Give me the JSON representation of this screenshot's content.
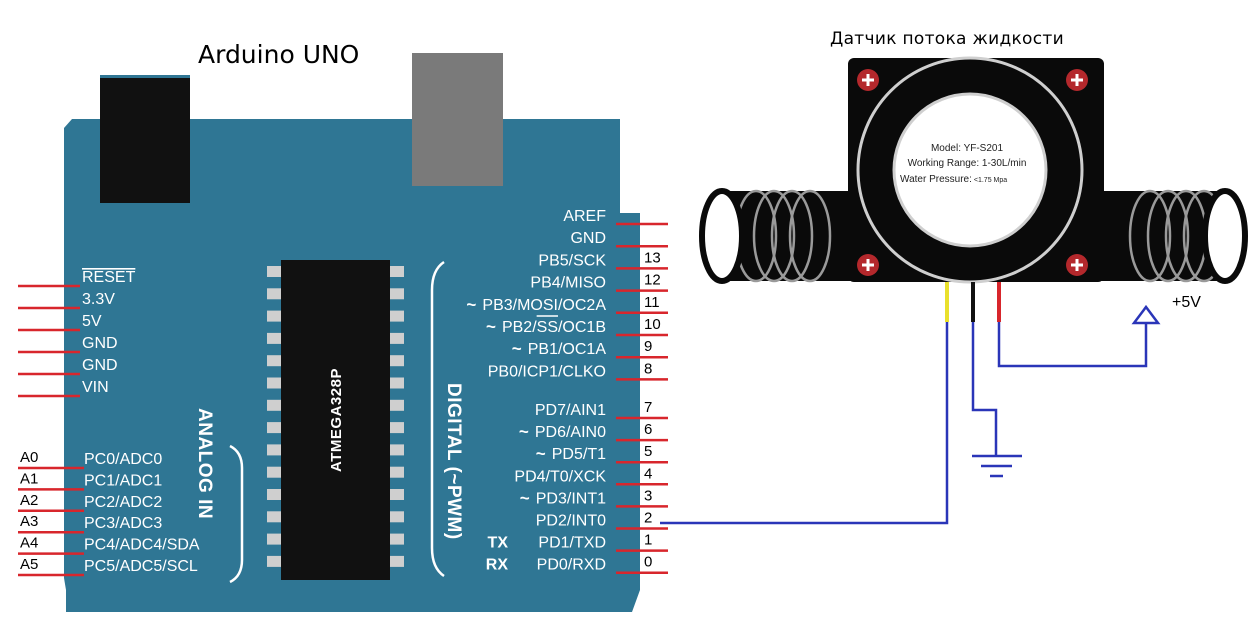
{
  "titles": {
    "arduino": "Arduino UNO",
    "sensor": "Датчик потока жидкости"
  },
  "chip": {
    "label": "ATMEGA328P"
  },
  "board_labels": {
    "analog_in": "ANALOG IN",
    "digital": "DIGITAL (~PWM)"
  },
  "power_pins": [
    "RESET",
    "3.3V",
    "5V",
    "GND",
    "GND",
    "VIN"
  ],
  "analog_pins": [
    {
      "pin": "A0",
      "label": "PC0/ADC0"
    },
    {
      "pin": "A1",
      "label": "PC1/ADC1"
    },
    {
      "pin": "A2",
      "label": "PC2/ADC2"
    },
    {
      "pin": "A3",
      "label": "PC3/ADC3"
    },
    {
      "pin": "A4",
      "label": "PC4/ADC4/SDA"
    },
    {
      "pin": "A5",
      "label": "PC5/ADC5/SCL"
    }
  ],
  "digital_pins_top": [
    {
      "label": "AREF",
      "number": "",
      "pwm": ""
    },
    {
      "label": "GND",
      "number": "",
      "pwm": ""
    },
    {
      "label": "PB5/SCK",
      "number": "13",
      "pwm": ""
    },
    {
      "label": "PB4/MISO",
      "number": "12",
      "pwm": ""
    },
    {
      "label": "PB3/MOSI/OC2A",
      "number": "11",
      "pwm": "~"
    },
    {
      "label": "PB2/SS/OC1B",
      "number": "10",
      "pwm": "~"
    },
    {
      "label": "PB1/OC1A",
      "number": "9",
      "pwm": "~"
    },
    {
      "label": "PB0/ICP1/CLKO",
      "number": "8",
      "pwm": ""
    }
  ],
  "digital_pins_bottom": [
    {
      "label": "PD7/AIN1",
      "number": "7",
      "pwm": "",
      "prefix": ""
    },
    {
      "label": "PD6/AIN0",
      "number": "6",
      "pwm": "~",
      "prefix": ""
    },
    {
      "label": "PD5/T1",
      "number": "5",
      "pwm": "~",
      "prefix": ""
    },
    {
      "label": "PD4/T0/XCK",
      "number": "4",
      "pwm": "",
      "prefix": ""
    },
    {
      "label": "PD3/INT1",
      "number": "3",
      "pwm": "~",
      "prefix": ""
    },
    {
      "label": "PD2/INT0",
      "number": "2",
      "pwm": "",
      "prefix": ""
    },
    {
      "label": "PD1/TXD",
      "number": "1",
      "pwm": "",
      "prefix": "TX"
    },
    {
      "label": "PD0/RXD",
      "number": "0",
      "pwm": "",
      "prefix": "RX"
    }
  ],
  "sensor_sticker": {
    "model": "Model: YF-S201",
    "range": "Working Range: 1-30L/min",
    "pressure": "Water Pressure:",
    "pressure_value": "<1.75 Mpa"
  },
  "supply": {
    "label": "+5V"
  },
  "colors": {
    "board": "#2F7694",
    "board_text": "#ffffff",
    "pin_line": "#d8262c",
    "chip": "#111111",
    "chip_pad": "#cfcfcf",
    "wire": "#2a35b8",
    "wire_signal_lead": "#e9e02c",
    "sensor_body": "#0a0a0a",
    "screw": "#b4282c"
  }
}
